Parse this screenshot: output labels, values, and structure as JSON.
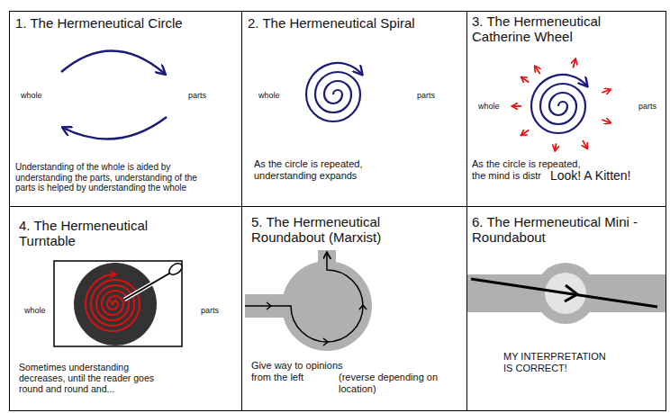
{
  "diagram": {
    "nodes": [
      {
        "text": [
          "1. The Hermeneutical Circle",
          "whole",
          "parts",
          "Understanding of the whole is aided by understanding the parts, understanding of the parts is helped by understanding the whole"
        ]
      },
      {
        "text": [
          "2. The Hermeneutical Spiral",
          "whole",
          "parts",
          "As the circle is repeated, understanding expands"
        ]
      },
      {
        "text": [
          "3. The Hermeneutical Catherine Wheel",
          "whole",
          "parts",
          "As the circle is repeated, the mind is distr",
          "Look! A Kitten!"
        ]
      },
      {
        "text": [
          "4. The Hermeneutical Turntable",
          "whole",
          "parts",
          "Sometimes understanding decreases, until the reader goes round and round and..."
        ]
      },
      {
        "text": [
          "5. The Hermeneutical Roundabout (Marxist)",
          "Give way to opinions from the left",
          "(reverse depending on location)"
        ]
      },
      {
        "text": [
          "6. The Hermeneutical Mini - Roundabout",
          "MY INTERPRETATION IS CORRECT!"
        ]
      }
    ]
  }
}
